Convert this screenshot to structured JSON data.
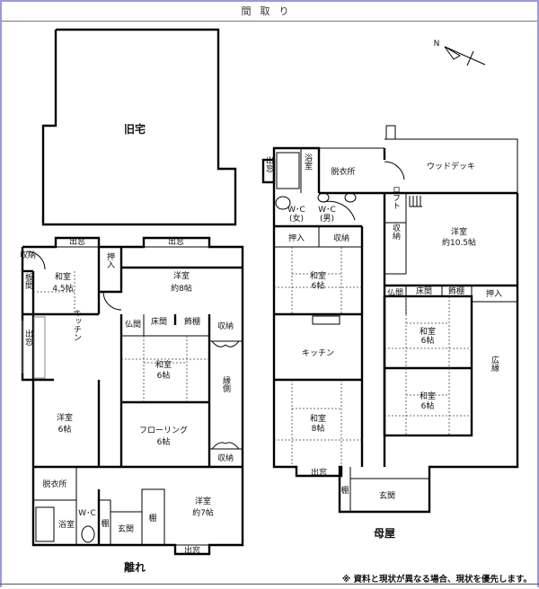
{
  "header": {
    "title": "間取り"
  },
  "old_house": {
    "label": "旧宅"
  },
  "annex": {
    "label": "離れ",
    "rooms": {
      "bay_window_1": "出窓",
      "bay_window_2": "出窓",
      "bay_window_3": "出窓",
      "bay_window_4": "出窓",
      "storage_1": "収納",
      "wood_floor": "板間",
      "washitsu_45": "和室",
      "washitsu_45_size": "4.5帖",
      "closet": "押入",
      "yoshitsu_8": "洋室",
      "yoshitsu_8_size": "約8帖",
      "kitchen": "キッチン",
      "butsuma": "仏間",
      "tokonoma": "床間",
      "kazaridana": "飾棚",
      "storage_2": "収納",
      "washitsu_6": "和室",
      "washitsu_6_size": "6帖",
      "engawa": "縁側",
      "flooring": "フローリング",
      "flooring_size": "6帖",
      "storage_3": "収納",
      "yoshitsu_6": "洋室",
      "yoshitsu_6_size": "6帖",
      "dressing": "脱衣所",
      "bath": "浴室",
      "wc": "W･C",
      "shelf_1": "棚",
      "entrance": "玄関",
      "shelf_2": "棚",
      "yoshitsu_7": "洋室",
      "yoshitsu_7_size": "約7帖"
    }
  },
  "main_house": {
    "label": "母屋",
    "rooms": {
      "bay_window_1": "出窓",
      "bath": "浴室",
      "dressing": "脱衣所",
      "wood_deck": "ウッドデッキ",
      "wc_women": "W･C",
      "wc_women_note": "(女)",
      "wc_men": "W･C",
      "wc_men_note": "(男)",
      "closet_1": "押入",
      "storage_1": "収納",
      "washitsu_6a": "和室",
      "washitsu_6a_size": "6帖",
      "kitchen": "キッチン",
      "washitsu_8": "和室",
      "washitsu_8_size": "8帖",
      "bay_window_2": "出窓",
      "shelf": "棚",
      "entrance": "玄関",
      "loft": "ロフト",
      "storage_2": "収納",
      "yoshitsu_105": "洋室",
      "yoshitsu_105_size": "約10.5帖",
      "butsuma": "仏間",
      "tokonoma": "床間",
      "kazaridana": "飾棚",
      "closet_2": "押入",
      "washitsu_6b": "和室",
      "washitsu_6b_size": "6帖",
      "washitsu_6c": "和室",
      "washitsu_6c_size": "6帖",
      "hiroen": "広縁"
    }
  },
  "compass": {
    "icon": "north-arrow-icon",
    "label": "N"
  },
  "footer": {
    "note": "※ 資料と現状が異なる場合、現状を優先します。"
  }
}
